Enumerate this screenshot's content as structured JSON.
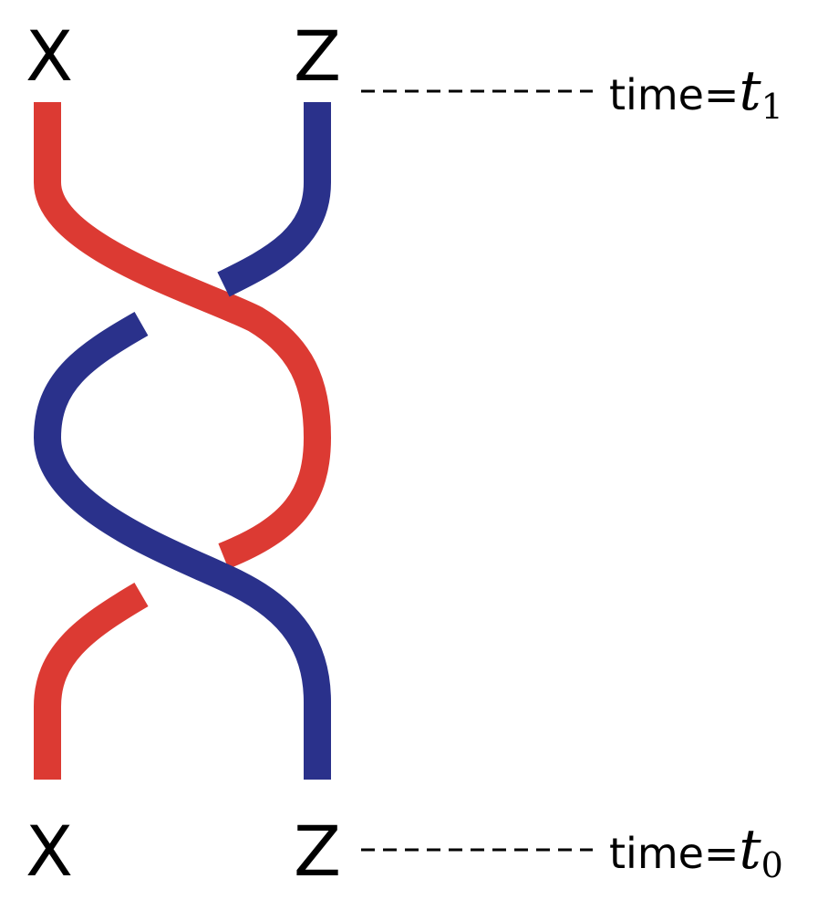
{
  "labels": {
    "top_left": "X",
    "top_right": "Z",
    "bottom_left": "X",
    "bottom_right": "Z"
  },
  "time_markers": {
    "top": {
      "prefix": "time=",
      "variable": "t",
      "subscript": "1"
    },
    "bottom": {
      "prefix": "time=",
      "variable": "t",
      "subscript": "0"
    }
  },
  "colors": {
    "strand_x": "#dc3a33",
    "strand_z": "#2a318b"
  }
}
